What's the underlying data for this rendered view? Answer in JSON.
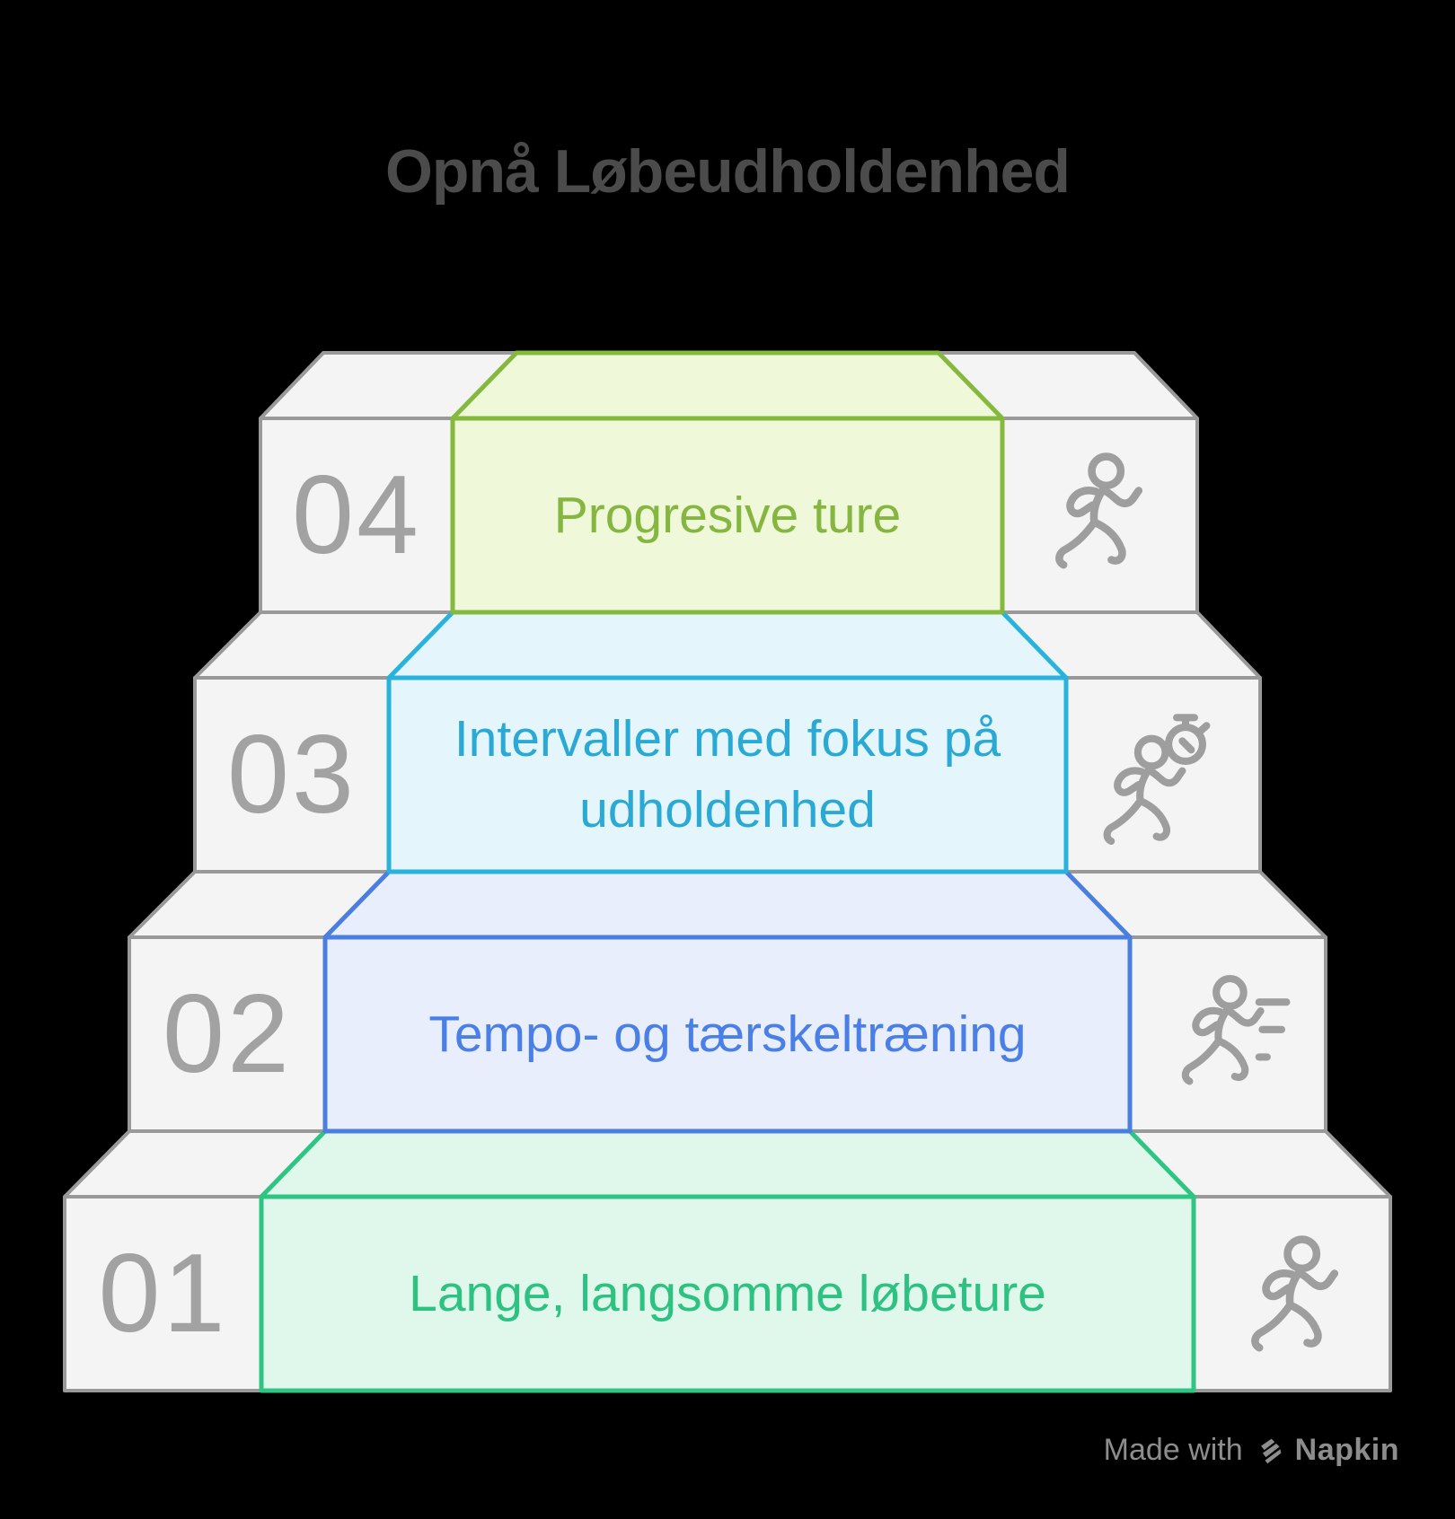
{
  "title": "Opnå Løbeudholdenhed",
  "steps": [
    {
      "number": "04",
      "label": "Progresive ture",
      "icon": "runner-icon",
      "accent": "#84B93E",
      "fill": "#EFF8D8",
      "text_color": "#85B640"
    },
    {
      "number": "03",
      "label": "Intervaller med fokus på udholdenhed",
      "icon": "runner-stopwatch-icon",
      "accent": "#29B3DC",
      "fill": "#E4F6FC",
      "text_color": "#29A9D4"
    },
    {
      "number": "02",
      "label": "Tempo- og tærskeltræning",
      "icon": "runner-speed-lines-icon",
      "accent": "#4A7EE0",
      "fill": "#E9EEFC",
      "text_color": "#4A7FE8"
    },
    {
      "number": "01",
      "label": "Lange, langsomme løbeture",
      "icon": "runner-icon",
      "accent": "#2EC583",
      "fill": "#E0F8EC",
      "text_color": "#2DC182"
    }
  ],
  "colors": {
    "background": "#000000",
    "step-face": "#F4F4F4",
    "step-edge": "#999999",
    "number": "#A2A2A2",
    "icon": "#9E9E9E",
    "title": "#4B4B4B",
    "footer": "#8D8D8D"
  },
  "footer": {
    "made_with": "Made with",
    "brand": "Napkin",
    "logo": "napkin-logo-icon"
  }
}
